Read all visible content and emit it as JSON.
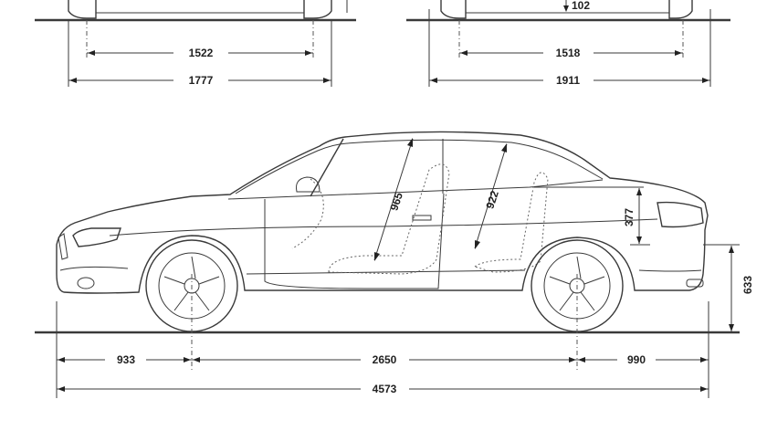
{
  "diagram": {
    "front_view": {
      "track_label": "1522",
      "width_label": "1777"
    },
    "rear_view": {
      "ground_clearance_label": "102",
      "track_label": "1518",
      "width_label": "1911"
    },
    "side_view": {
      "front_overhang_label": "933",
      "wheelbase_label": "2650",
      "rear_overhang_label": "990",
      "length_label": "4573",
      "front_headroom_label": "965",
      "rear_headroom_label": "922",
      "trunk_height_label": "377",
      "bumper_height_label": "633"
    }
  }
}
